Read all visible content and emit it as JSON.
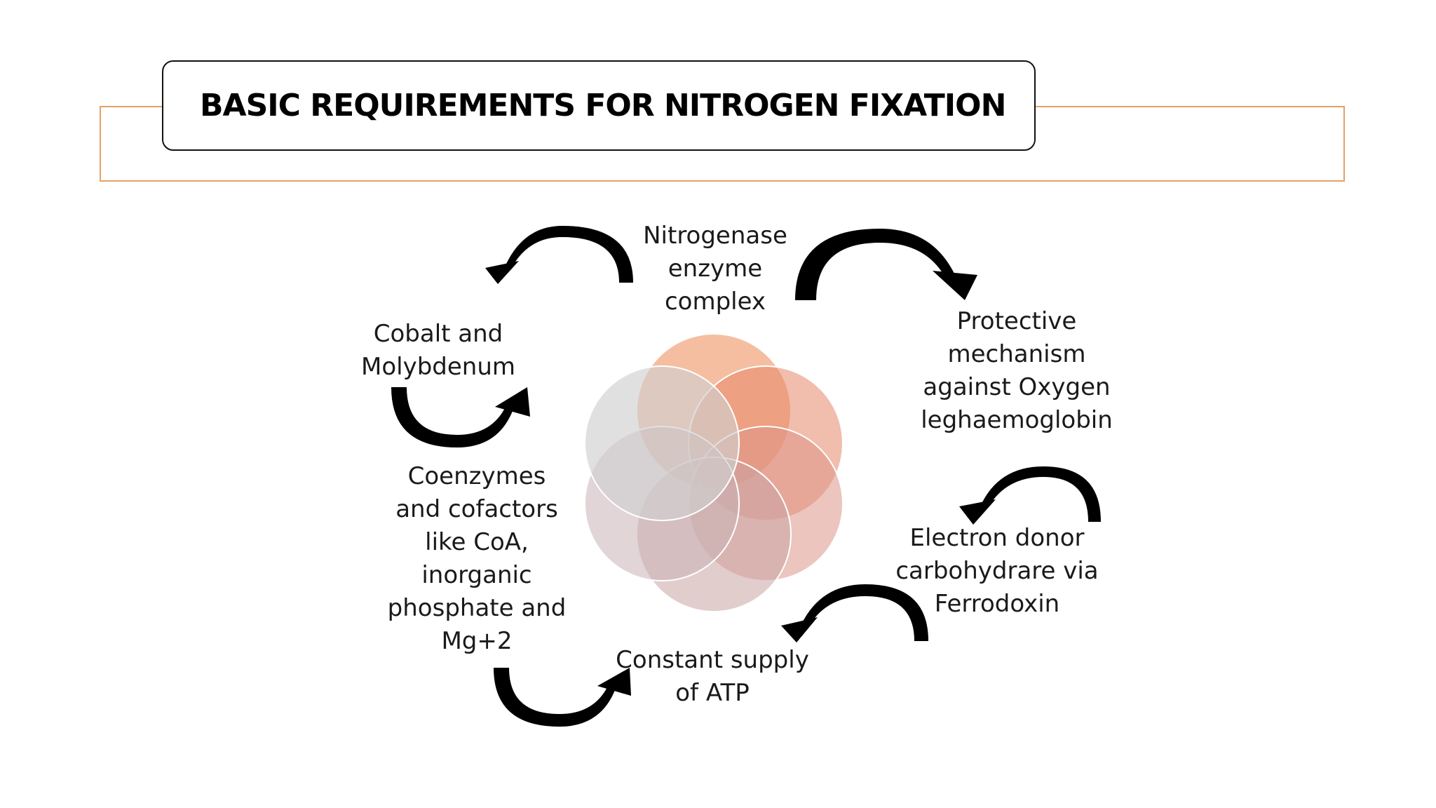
{
  "title": "BASIC REQUIREMENTS FOR NITROGEN FIXATION",
  "nodes": {
    "nitrogenase": [
      "Nitrogenase",
      "enzyme",
      "complex"
    ],
    "protective": [
      "Protective",
      "mechanism",
      "against Oxygen",
      "leghaemoglobin"
    ],
    "electron": [
      "Electron donor",
      "carbohydrare via",
      "Ferrodoxin"
    ],
    "atp": [
      "Constant supply",
      "of ATP"
    ],
    "coenzymes": [
      "Coenzymes",
      "and cofactors",
      "like CoA,",
      "inorganic",
      "phosphate and",
      "Mg+2"
    ],
    "cobalt": [
      "Cobalt and",
      "Molybdenum"
    ]
  },
  "colors": {
    "frame": "#e3a266",
    "arrow": "#000000",
    "circles": [
      "#f1a57d",
      "#e5876a",
      "#dc9688",
      "#caa4a4",
      "#c8b3b6",
      "#cfcfcf"
    ]
  }
}
